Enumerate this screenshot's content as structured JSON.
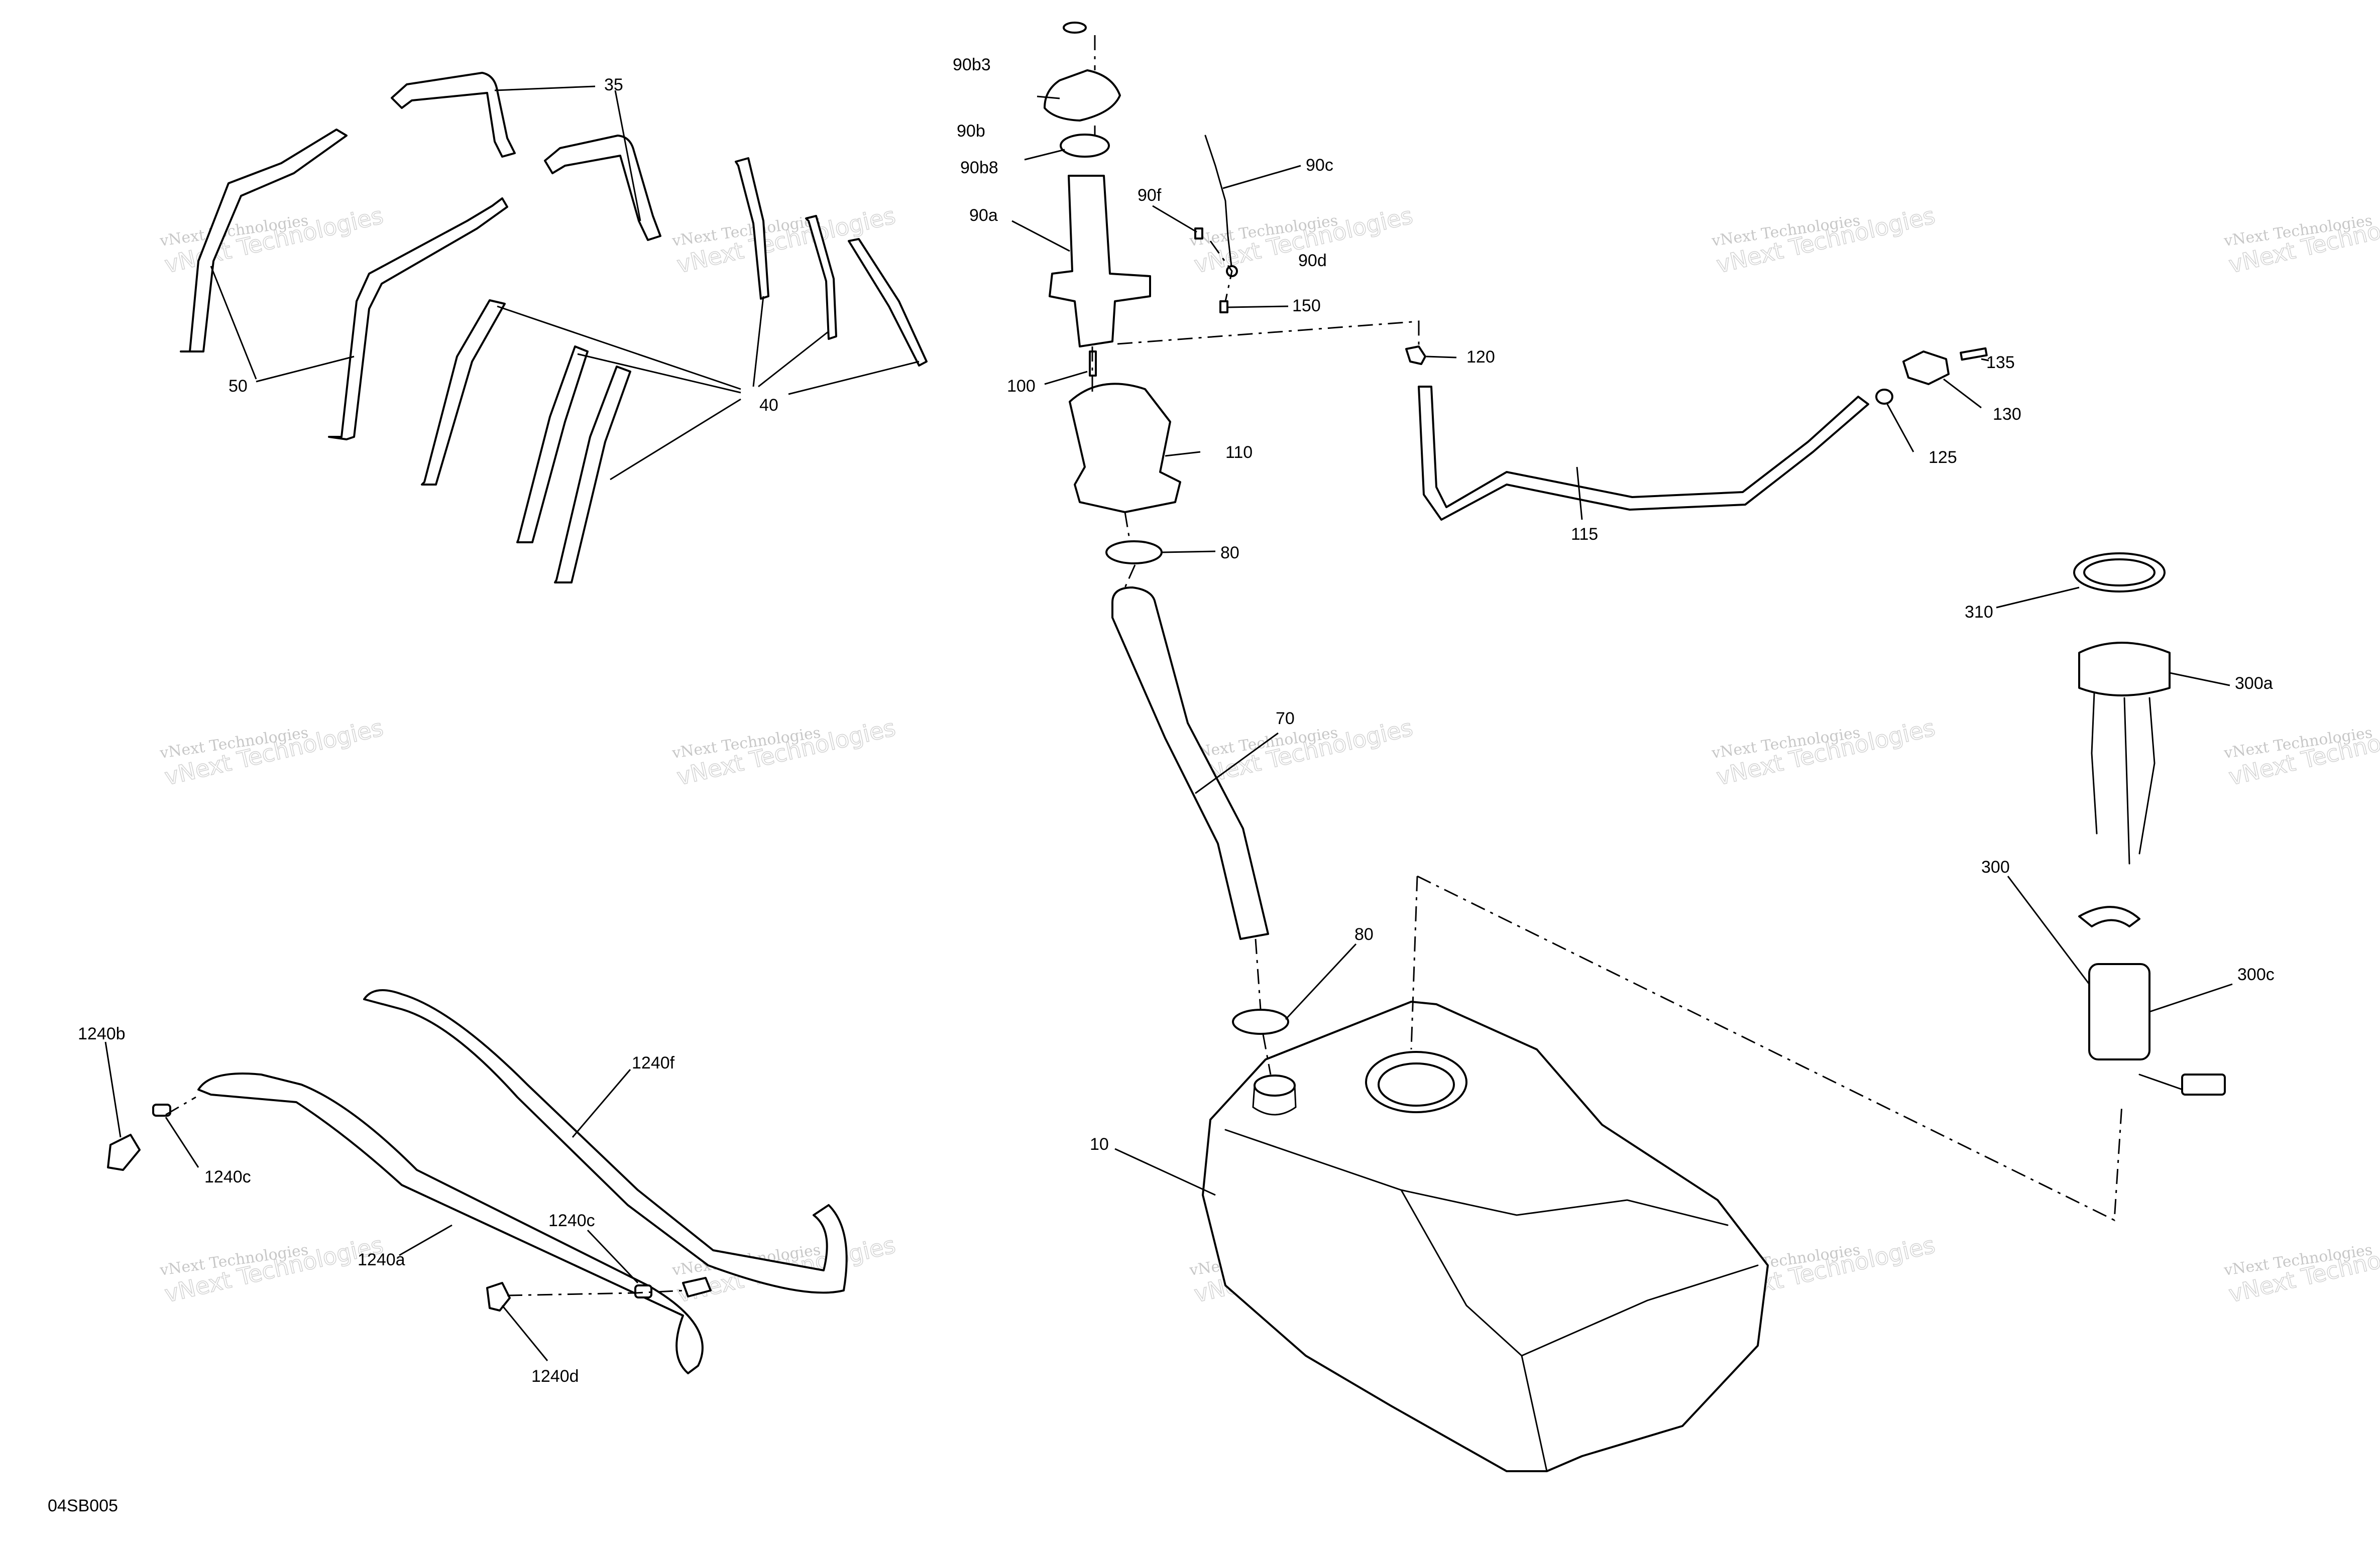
{
  "diagram_code": "04SB005",
  "watermark": {
    "line1": "vNext Technologies",
    "line2": "vNext Technologies"
  },
  "callouts": {
    "p35": "35",
    "p50": "50",
    "p40": "40",
    "p90b3": "90b3",
    "p90b": "90b",
    "p90b8": "90b8",
    "p90a": "90a",
    "p90f": "90f",
    "p90c": "90c",
    "p90d": "90d",
    "p150": "150",
    "p100": "100",
    "p110": "110",
    "p80a": "80",
    "p70": "70",
    "p80b": "80",
    "p10": "10",
    "p120": "120",
    "p115": "115",
    "p125": "125",
    "p135": "135",
    "p130": "130",
    "p310": "310",
    "p300a": "300a",
    "p300": "300",
    "p300c": "300c",
    "p1240b": "1240b",
    "p1240c1": "1240c",
    "p1240f": "1240f",
    "p1240a": "1240a",
    "p1240c2": "1240c",
    "p1240d": "1240d"
  }
}
